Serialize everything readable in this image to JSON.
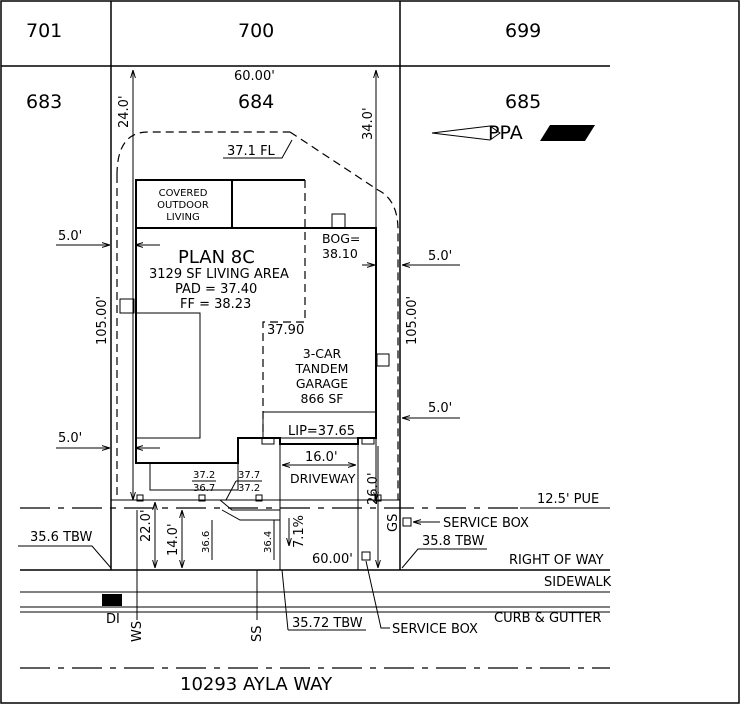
{
  "lots": {
    "l701": "701",
    "l700": "700",
    "l699": "699",
    "l683": "683",
    "l684": "684",
    "l685": "685"
  },
  "house": {
    "plan": "PLAN 8C",
    "area": "3129 SF LIVING AREA",
    "pad": "PAD = 37.40",
    "ff": "FF = 38.23",
    "covered": [
      "COVERED",
      "OUTDOOR",
      "LIVING"
    ],
    "garage": [
      "3-CAR",
      "TANDEM",
      "GARAGE",
      "866 SF"
    ],
    "garage_elev": "37.90",
    "bog": [
      "BOG=",
      "38.10"
    ],
    "lip": "LIP=37.65"
  },
  "dims": {
    "top_width": "60.00'",
    "bottom_width": "60.00'",
    "left_depth": "105.00'",
    "right_depth": "105.00'",
    "front_left": "24.0'",
    "front_right": "34.0'",
    "side_left_top": "5.0'",
    "side_left_bottom": "5.0'",
    "side_right_top": "5.0'",
    "side_right_bottom": "5.0'",
    "driveway_width": "16.0'",
    "setback_26": "26.0'",
    "setback_22": "22.0'",
    "setback_14": "14.0'",
    "slope": "7.1%"
  },
  "elevations": {
    "fl": "37.1 FL",
    "tbw_left": "35.6 TBW",
    "tbw_right": "35.8 TBW",
    "tbw_bottom": "35.72 TBW",
    "e_37_2a": "37.2",
    "e_36_7": "36.7",
    "e_37_7": "37.7",
    "e_37_2b": "37.2",
    "e_36_6": "36.6",
    "e_36_4": "36.4"
  },
  "labels": {
    "driveway": "DRIVEWAY",
    "pue": "12.5' PUE",
    "service_box_1": "SERVICE BOX",
    "service_box_2": "SERVICE BOX",
    "row": "RIGHT OF WAY",
    "sidewalk": "SIDEWALK",
    "curb": "CURB & GUTTER",
    "di": "DI",
    "ws": "WS",
    "ss": "SS",
    "gs": "GS",
    "street": "10293 AYLA WAY",
    "arrow": "PPA"
  }
}
